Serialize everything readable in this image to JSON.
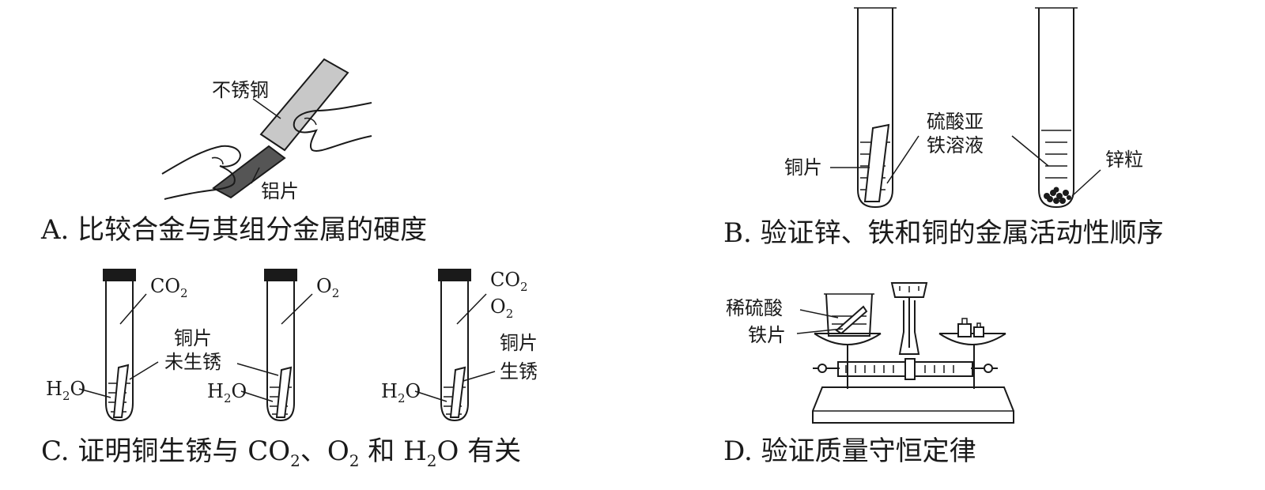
{
  "panel_a": {
    "label_stainless": "不锈钢",
    "label_aluminum": "铝片",
    "caption": "A. 比较合金与其组分金属的硬度"
  },
  "panel_b": {
    "label_copper": "铜片",
    "label_ferrous_1": "硫酸亚",
    "label_ferrous_2": "铁溶液",
    "label_zinc": "锌粒",
    "caption": "B. 验证锌、铁和铜的金属活动性顺序"
  },
  "panel_c": {
    "tube1_gas": "CO",
    "tube2_gas": "O",
    "tube3_gas_1": "CO",
    "tube3_gas_2": "O",
    "subscript_2": "2",
    "copper_label": "铜片",
    "no_rust_label": "未生锈",
    "rust_label": "生锈",
    "water_h": "H",
    "water_o": "O",
    "caption_main": "C. 证明铜生锈与 CO",
    "caption_mid1": "、O",
    "caption_mid2": " 和 H",
    "caption_end": "O 有关"
  },
  "panel_d": {
    "label_acid": "稀硫酸",
    "label_iron": "铁片",
    "caption": "D. 验证质量守恒定律"
  }
}
